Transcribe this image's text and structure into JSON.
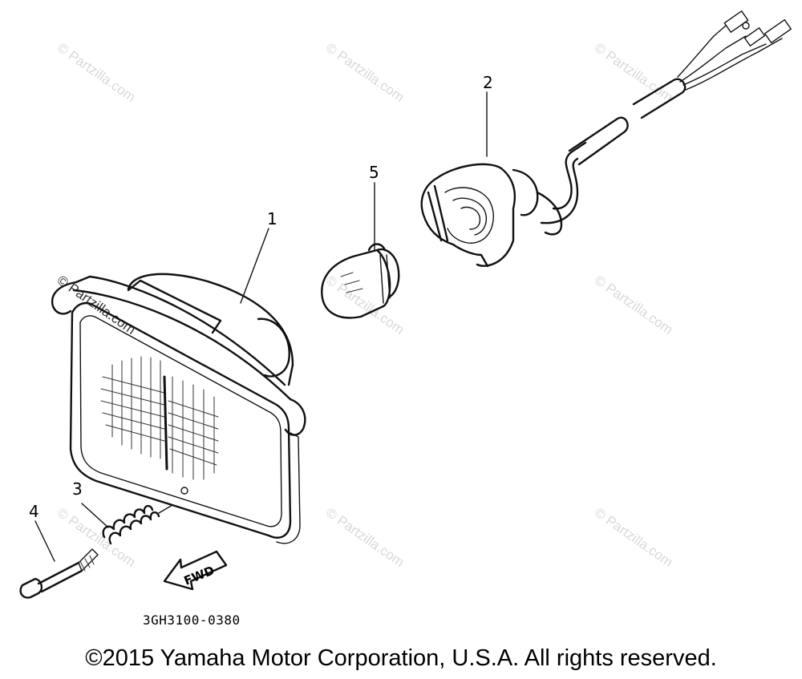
{
  "diagram": {
    "callouts": [
      {
        "id": "1",
        "part": "headlight-lens-unit"
      },
      {
        "id": "2",
        "part": "bulb-socket-cord"
      },
      {
        "id": "3",
        "part": "spring"
      },
      {
        "id": "4",
        "part": "adjusting-screw"
      },
      {
        "id": "5",
        "part": "bulb"
      }
    ],
    "fwd_arrow_label": "FWD",
    "part_code": "3GH3100-0380",
    "watermark": "© Partzilla.com"
  },
  "footer": {
    "copyright": "©2015 Yamaha Motor Corporation, U.S.A. All rights reserved."
  }
}
